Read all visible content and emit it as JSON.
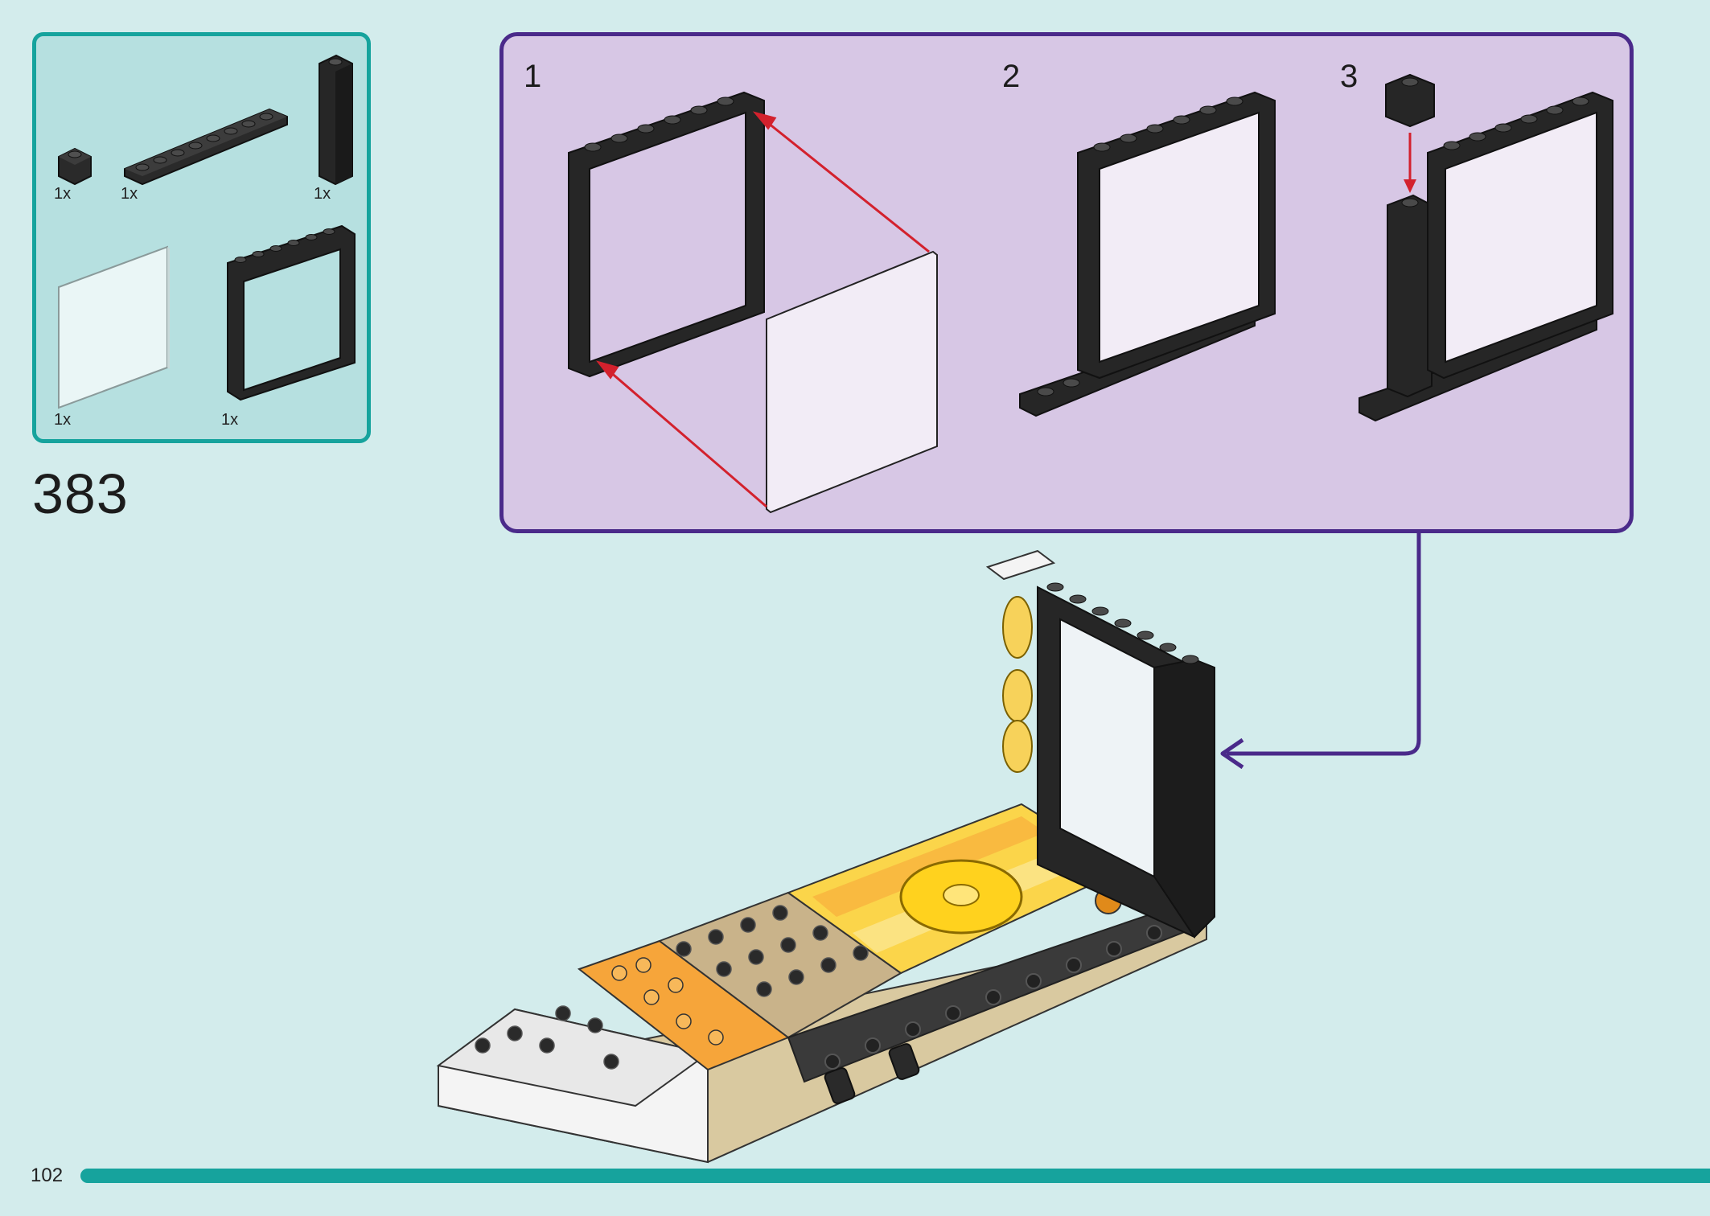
{
  "step": {
    "number": "383"
  },
  "parts": [
    {
      "name": "black-1x1-brick",
      "qty": "1x"
    },
    {
      "name": "black-1x8-plate",
      "qty": "1x"
    },
    {
      "name": "black-1x1x5-pillar",
      "qty": "1x"
    },
    {
      "name": "transparent-glass-pane",
      "qty": "1x"
    },
    {
      "name": "black-window-frame",
      "qty": "1x"
    }
  ],
  "substeps": [
    {
      "label": "1"
    },
    {
      "label": "2"
    },
    {
      "label": "3"
    }
  ],
  "page": {
    "number": "102"
  },
  "colors": {
    "background": "#d3ecec",
    "parts_border": "#16a39d",
    "substep_bg": "#d7c7e5",
    "substep_border": "#4a2a8a",
    "arrow_red": "#d3212d",
    "arrow_purple": "#4a2a8a"
  }
}
